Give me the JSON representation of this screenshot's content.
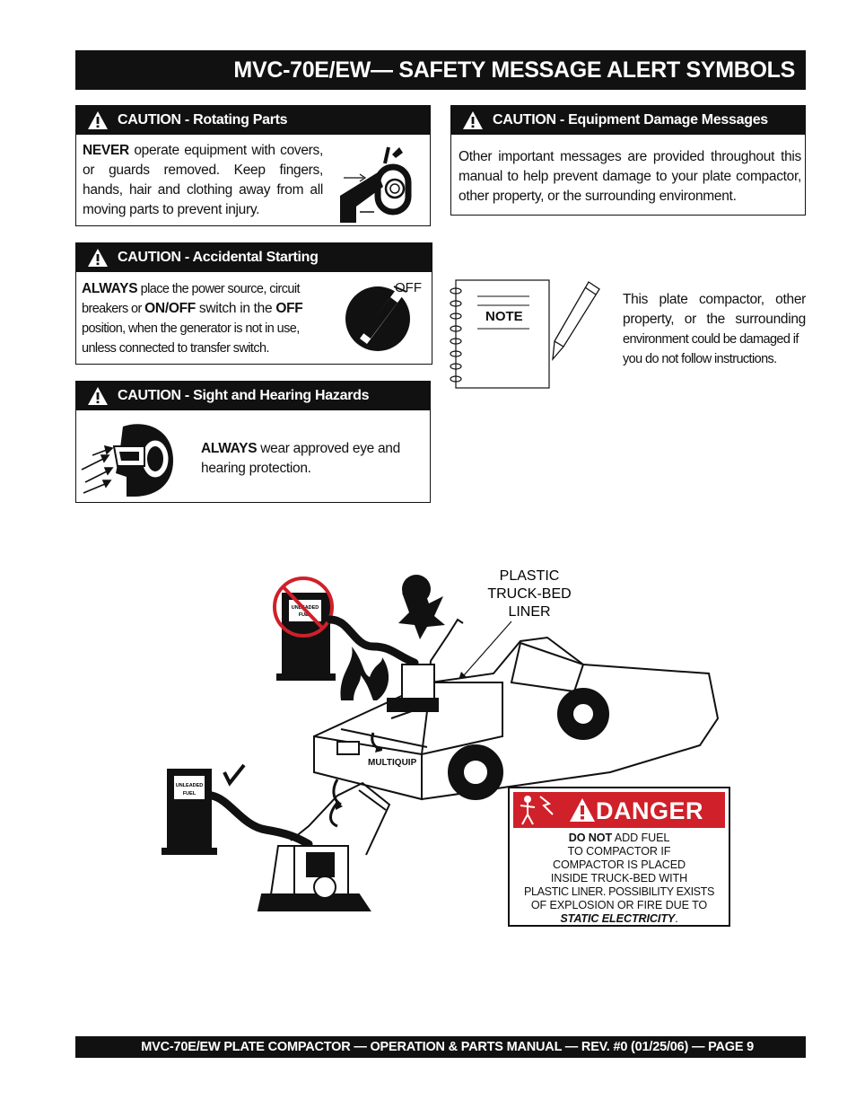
{
  "header": {
    "title": "MVC-70E/EW—  SAFETY MESSAGE ALERT SYMBOLS"
  },
  "rotating": {
    "title": "CAUTION - Rotating Parts",
    "lead": "NEVER",
    "text": " operate equipment with covers, or guards removed.  Keep fingers, hands, hair and clothing away from all moving parts to prevent injury."
  },
  "damage": {
    "title": "CAUTION - Equipment Damage Messages",
    "text": "Other important messages are provided throughout this manual to help prevent damage to your plate compactor, other property, or the surrounding environment."
  },
  "starting": {
    "title": "CAUTION - Accidental Starting",
    "lead": "ALWAYS",
    "t1": " place the power source, circuit breakers or ",
    "onoff": "ON/OFF",
    "t2": " switch in the ",
    "off": "OFF",
    "t3": " position, when the generator is not in use, unless connected to transfer switch.",
    "icon_label": "OFF"
  },
  "note": {
    "label": "NOTE",
    "text1": "This plate compactor, other property, or the surrounding",
    "text2": "environment could be damaged if you do not follow instructions."
  },
  "sight": {
    "title": "CAUTION - Sight and Hearing Hazards",
    "lead": "ALWAYS",
    "text": " wear approved eye and hearing protection."
  },
  "illustration": {
    "liner_label": [
      "PLASTIC",
      "TRUCK-BED",
      "LINER"
    ],
    "pump_label_1": "UNLEADED",
    "pump_label_2": "FUEL",
    "brand": "MULTIQUIP"
  },
  "danger": {
    "title": "DANGER",
    "lead": "DO NOT",
    "l1": " ADD FUEL",
    "l2": "TO COMPACTOR IF",
    "l3": "COMPACTOR IS PLACED",
    "l4": "INSIDE TRUCK-BED WITH",
    "l5": "PLASTIC LINER. POSSIBILITY EXISTS",
    "l6": "OF EXPLOSION OR FIRE DUE TO",
    "l7": "STATIC ELECTRICITY",
    "l7_end": "."
  },
  "footer": {
    "text": "MVC-70E/EW PLATE COMPACTOR —  OPERATION & PARTS MANUAL — REV. #0  (01/25/06) — PAGE 9"
  }
}
